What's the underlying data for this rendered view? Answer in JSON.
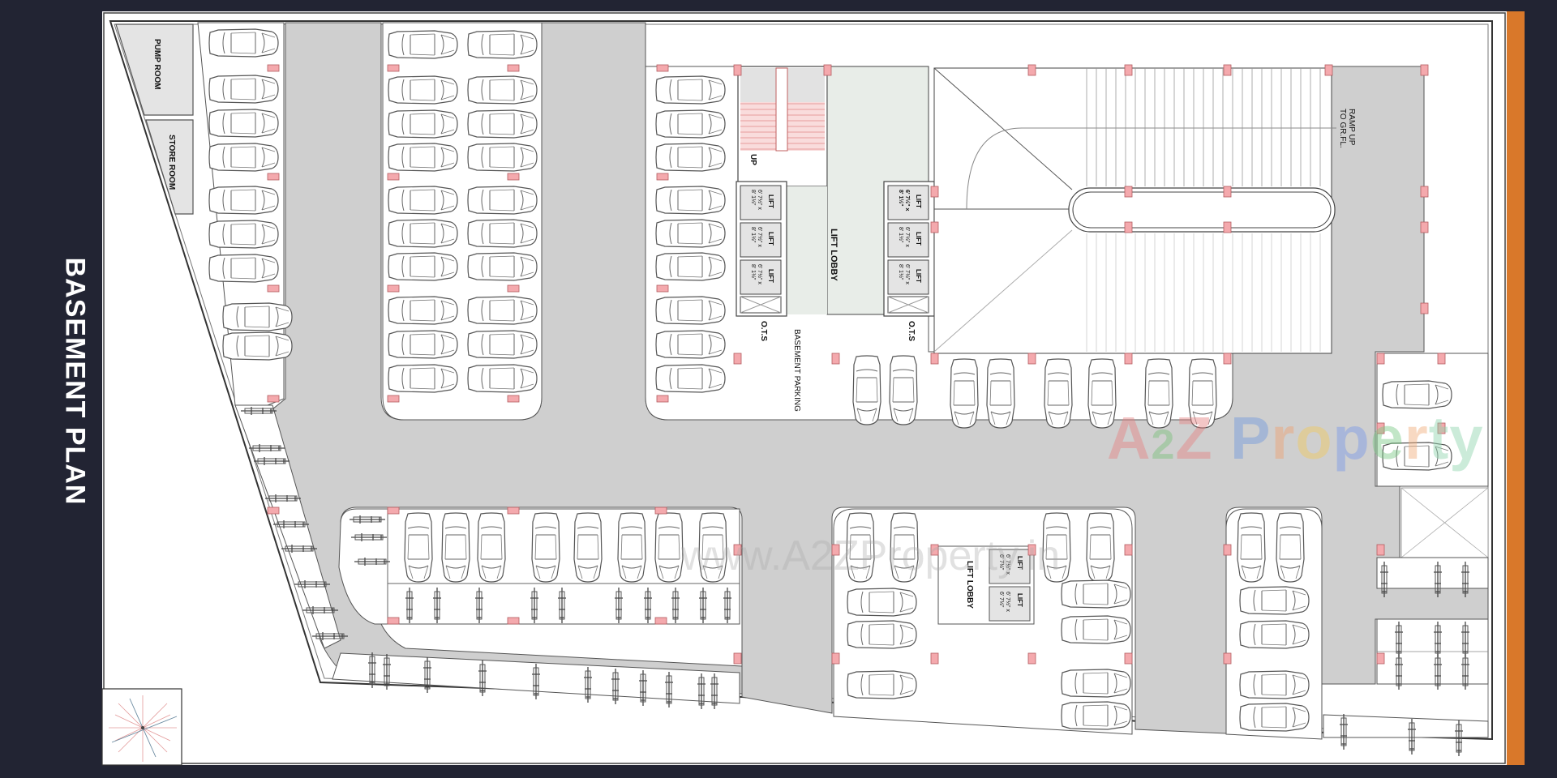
{
  "title": "BASEMENT PLAN",
  "colors": {
    "background": "#222433",
    "sheet": "#ffffff",
    "accent_bar": "#d9782a",
    "driveway": "#cfcfcf",
    "service_room": "#e4e4e4",
    "lobby": "#e8ede8",
    "column": "#f4a9ad",
    "stair": "#f3b9b9"
  },
  "rooms": {
    "pump_room": "PUMP ROOM",
    "store_room": "STORE ROOM",
    "lift_lobby_main": "LIFT LOBBY",
    "lift_lobby_south": "LIFT LOBBY",
    "stair_direction": "UP",
    "ots_left": "O.T.S",
    "ots_right": "O.T.S",
    "basement_parking": "BASEMENT PARKING",
    "ramp_label": "RAMP UP TO GR.FL."
  },
  "lifts": {
    "main_left": [
      {
        "label": "LIFT",
        "dim1": "6' 7½\" x",
        "dim2": "8' 1½\""
      },
      {
        "label": "LIFT",
        "dim1": "6' 7½\" x",
        "dim2": "8' 1½\""
      },
      {
        "label": "LIFT",
        "dim1": "6' 7½\" x",
        "dim2": "8' 1½\""
      }
    ],
    "main_right": [
      {
        "label": "LIFT",
        "dim1": "6' 7½\" x",
        "dim2": "8' 1½\""
      },
      {
        "label": "LIFT",
        "dim1": "6' 7½\" x",
        "dim2": "8' 1½\""
      },
      {
        "label": "LIFT",
        "dim1": "6' 7½\" x",
        "dim2": "8' 1½\""
      }
    ],
    "south": [
      {
        "label": "LIFT",
        "dim1": "6' 7½\" x",
        "dim2": "6' 7½\""
      },
      {
        "label": "LIFT",
        "dim1": "6' 7½\" x",
        "dim2": "6' 7½\""
      }
    ]
  },
  "watermarks": {
    "brand_letters": [
      "A",
      "2",
      "Z",
      " ",
      "P",
      "r",
      "o",
      "p",
      "e",
      "r",
      "t",
      "y"
    ],
    "url": "www.A2ZProperty.in"
  },
  "compass": {
    "icon": "north-arrow-compass-icon"
  },
  "parking_counts": {
    "block_west_cars": 9,
    "block_west_center_cars": 20,
    "block_north_center_cars": 10,
    "row_under_ramp_cars": 8,
    "block_south_west_cars": 9,
    "block_south_west_bikes": 12,
    "block_south_center_cars": 12,
    "block_south_east_cars": 8,
    "east_cars": 2,
    "bike_strip_diagonal": 9,
    "bike_strip_bottom": 12,
    "east_bikes": 9
  }
}
